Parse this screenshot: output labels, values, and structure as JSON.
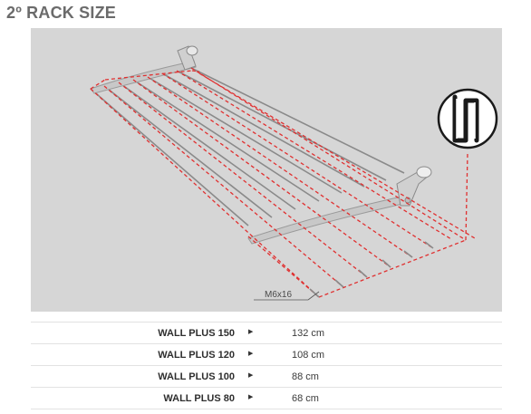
{
  "section_title": "2º RACK SIZE",
  "diagram": {
    "screw_label": "M6x16",
    "tool_icon": "hex-key-icon",
    "accent_color": "#e03030"
  },
  "specs": [
    {
      "model": "WALL PLUS 150",
      "length": "132 cm"
    },
    {
      "model": "WALL PLUS 120",
      "length": "108 cm"
    },
    {
      "model": "WALL PLUS 100",
      "length": "88 cm"
    },
    {
      "model": "WALL PLUS 80",
      "length": "68 cm"
    }
  ]
}
